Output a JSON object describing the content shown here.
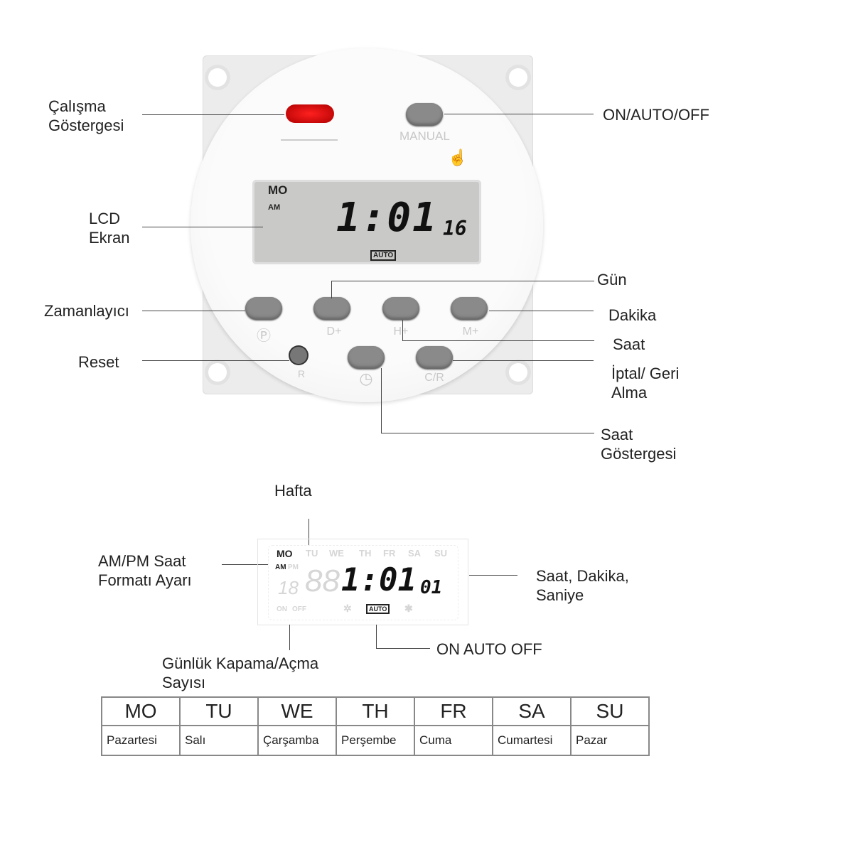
{
  "device": {
    "manual_label": "MANUAL",
    "lcd": {
      "day": "MO",
      "ampm": "AM",
      "time": "1:01",
      "seconds": "16",
      "mode": "AUTO"
    },
    "buttons": [
      {
        "label": "Ⓟ"
      },
      {
        "label": "D+"
      },
      {
        "label": "H+"
      },
      {
        "label": "M+"
      }
    ],
    "reset_label": "R",
    "clock_label": "◷",
    "cr_label": "C/R"
  },
  "callouts": {
    "calisma": [
      "Çalışma",
      "Göstergesi"
    ],
    "on_auto_off": "ON/AUTO/OFF",
    "lcd": [
      "LCD",
      "Ekran"
    ],
    "gun": "Gün",
    "zamanlayici": "Zamanlayıcı",
    "dakika": "Dakika",
    "saat": "Saat",
    "reset": "Reset",
    "iptal": [
      "İptal/ Geri",
      "Alma"
    ],
    "saat_gostergesi": [
      "Saat",
      "Göstergesi"
    ]
  },
  "detail": {
    "hafta": "Hafta",
    "ampm_label": [
      "AM/PM Saat",
      "Formatı Ayarı"
    ],
    "time_label": [
      "Saat, Dakika,",
      "Saniye"
    ],
    "gunluk_label": [
      "Günlük Kapama/Açma",
      "Sayısı"
    ],
    "mode_label": "ON AUTO OFF",
    "lcd": {
      "days": [
        "MO",
        "TU",
        "WE",
        "TH",
        "FR",
        "SA",
        "SU"
      ],
      "am": "AM",
      "pm": "PM",
      "count": "18",
      "time": "1:01",
      "seconds": "01",
      "on": "ON",
      "off": "OFF",
      "mode": "AUTO"
    }
  },
  "days_table": {
    "abbr": [
      "MO",
      "TU",
      "WE",
      "TH",
      "FR",
      "SA",
      "SU"
    ],
    "names": [
      "Pazartesi",
      "Salı",
      "Çarşamba",
      "Perşembe",
      "Cuma",
      "Cumartesi",
      "Pazar"
    ]
  }
}
